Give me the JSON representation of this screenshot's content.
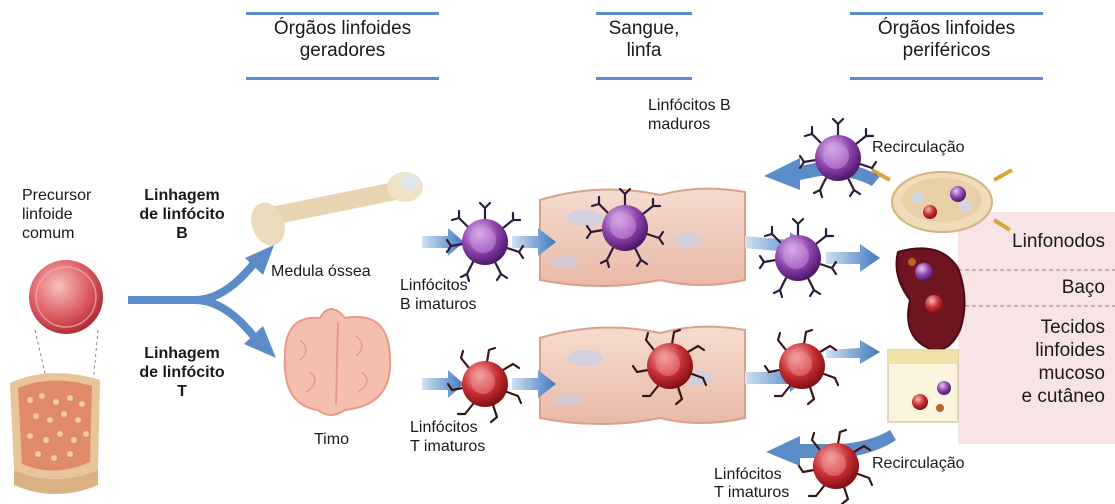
{
  "headers": {
    "generators": "Órgãos linfoides\ngeradores",
    "blood": "Sangue,\nlinfa",
    "peripheral": "Órgãos linfoides\nperiféricos"
  },
  "labels": {
    "precursor": "Precursor\nlinfoide\ncomum",
    "b_lineage": "Linhagem\nde linfócito\nB",
    "t_lineage": "Linhagem\nde linfócito\nT",
    "bone_marrow": "Medula óssea",
    "thymus": "Timo",
    "immature_b": "Linfócitos\nB imaturos",
    "immature_t": "Linfócitos\nT imaturos",
    "mature_b": "Linfócitos B\nmaduros",
    "recirculation_top": "Recirculação",
    "recirculation_bottom": "Recirculação",
    "bottom_t": "Linfócitos\nT imaturos"
  },
  "panel": {
    "lymph_nodes": "Linfonodos",
    "spleen": "Baço",
    "mucosal": "Tecidos\nlinfoides\nmucoso\ne cutâneo"
  },
  "colors": {
    "header_rule": "#5b8cc7",
    "arrow": "#5b8cc7",
    "b_cell": "#7d3c98",
    "t_cell": "#c0262b",
    "vessel": "#f0cdbf",
    "panel_bg": "#f7e4e4"
  }
}
